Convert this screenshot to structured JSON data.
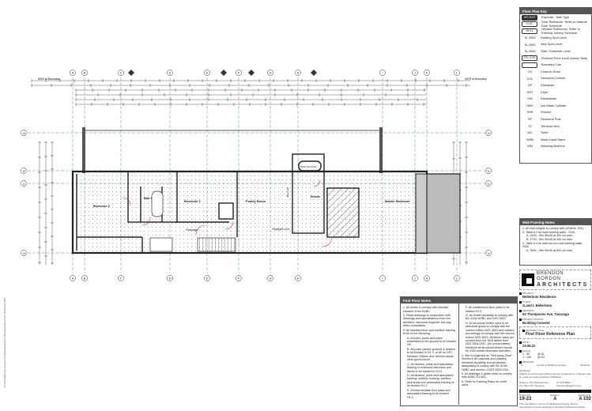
{
  "side_text": "C:\\Users\\Brendon Gordon Architects\\Bellerbom Residence\\First Floor Reference Plan",
  "plan": {
    "grid_top": [
      "A",
      "B",
      "C",
      "D",
      "E",
      "F",
      "G",
      "H",
      "I",
      "J",
      "K",
      "L"
    ],
    "grid_left": [
      "1a",
      "1b",
      "1c",
      "1d"
    ],
    "dim_left": "5000 to Boundary",
    "dim_right": "4975 to Boundary",
    "rooms": {
      "bedroom2": "Bedroom 2",
      "bath1": "Bath 1",
      "bedroom1": "Bedroom 1",
      "family": "Family Room",
      "ensuite": "Ensuite",
      "master": "Master Bedroom",
      "passage": "Passage",
      "skylight": "Skylight over",
      "bath_label": "BATH ON PLAN",
      "robe": "Wardrobe"
    },
    "colors": {
      "accent": "#d33",
      "grid": "#4a8fb0",
      "wall": "#222",
      "deck": "#bbb"
    }
  },
  "key": {
    "title": "Floor Plan Key",
    "items": [
      {
        "code": "WT-EXT",
        "style": "dark",
        "label": "Keycode - Wall Type"
      },
      {
        "code": "D.01",
        "style": "box",
        "label": "Door Reference. Refer to Internal Door Schedule"
      },
      {
        "code": "W.01",
        "style": "box",
        "label": "Window Reference. Refer to External Joinery Schedule"
      },
      {
        "code": "SL 0000",
        "style": "",
        "label": "Existing Spot Level"
      },
      {
        "code": "SL 0000",
        "style": "",
        "label": "New Spot Level"
      },
      {
        "code": "SL 0000",
        "style": "",
        "label": "Slab / Substrate Level"
      },
      {
        "code": "FFL 0.00",
        "style": "box",
        "label": "Finished Floor Level (above Slab)"
      },
      {
        "code": "",
        "style": "box",
        "label": "Boundary Line"
      },
      {
        "code": "CD",
        "style": "",
        "label": "Channel Drain"
      },
      {
        "code": "COL",
        "style": "",
        "label": "Structural Column"
      },
      {
        "code": "DP",
        "style": "",
        "label": "Downpipe"
      },
      {
        "code": "DRY",
        "style": "",
        "label": "Dryer"
      },
      {
        "code": "DW",
        "style": "",
        "label": "Dishwasher"
      },
      {
        "code": "HWC",
        "style": "",
        "label": "Hot Water Cylinder"
      },
      {
        "code": "SHR",
        "style": "",
        "label": "Shower"
      },
      {
        "code": "SP",
        "style": "",
        "label": "Structural Post"
      },
      {
        "code": "TV",
        "style": "",
        "label": "Terminal Vent"
      },
      {
        "code": "WC",
        "style": "",
        "label": "Toilet"
      },
      {
        "code": "WHB",
        "style": "",
        "label": "Wash Hand Basin"
      },
      {
        "code": "WM",
        "style": "",
        "label": "Washing Machine"
      }
    ]
  },
  "wall_framing": {
    "title": "Wall Framing Notes",
    "lines": [
      "1. All stud heights to comply with NZ3604: 2011.",
      "2. Table 8.2 for load bearing walls - SG8:",
      "A. 2400 - 90x 90x45 at 400 c/s max.",
      "B. 2700 - 90x 90x45 at 400 c/s max.",
      "3. Table 8.4 for internal non load bearing walls - SG8:",
      "A. 3600 - 90x 90x45 at 600 c/s max."
    ]
  },
  "floor_notes": {
    "title": "First Floor Notes",
    "left": [
      {
        "t": "1. All works to comply with relevant clauses of the NZBC.",
        "sub": false
      },
      {
        "t": "2. Read drawings in conjunction with drawings and specifications from the architect, structural engineer and any other consultants.",
        "sub": false
      },
      {
        "t": "3. All standard floor and subfloor framing to be of the following:",
        "sub": false
      },
      {
        "t": "A. All piles, posts and poles embedded in the ground to be treated H5.",
        "sub": true
      },
      {
        "t": "B. All posts (above ground) & bearers to be treated to H1.2, to be on DPC between 100mm and 300mm above clear ground level.",
        "sub": true
      },
      {
        "t": "C. All bearers, joists and associated framing to enclosed balconies and decks to be treated to H1.2.",
        "sub": true
      },
      {
        "t": "D. All bearers, joists and associated framing, subfloor bracing, subfloor jack studs and associated framing to be treated H1.2.",
        "sub": true
      },
      {
        "t": "E. All intermediate floor joists and associated framing to be treated H1.2.",
        "sub": true
      }
    ],
    "right": [
      {
        "t": "F. All cantilevered floor joists to be treated H1.2.",
        "sub": true
      },
      {
        "t": "G. All timber durability to comply with B2 of the NZBC and NZS 3602.",
        "sub": true
      },
      {
        "t": "H. All structural timber used to be structural grade to comply with the current edition NZS 3603 and marked accordingly to comply with the current edition NZS 3622. All timber sizes are worked from the SG8 tables from NZS 3604:2011. (for yellow tables) therefore all structural timber should be SG8 unless otherwise specified.",
        "sub": true
      },
      {
        "t": "4. Site is regarded as \"Sea spray Zone\" therefore all materials and building elements durability should perform adequately to comply with B2 of the NZBC and section 4 NZS 3604:2011.",
        "sub": false
      },
      {
        "t": "5. All drainage & gutter sizes to comply with NZBC E1 AS1.",
        "sub": false
      },
      {
        "t": "6. Refer to Framing Plans for Lintel sizes.",
        "sub": false
      }
    ]
  },
  "title_block": {
    "firm_line1": "BRENDON GORDON",
    "firm_line2": "ARCHITECTS",
    "project_label": "PROJECT",
    "project": "Bellerbom Residence",
    "client_label": "CLIENT",
    "client": "G.and L Bellerbom",
    "address_label": "ADDRESS",
    "address": "54 Thompsons Ave, Tauranga",
    "status_label": "PROJECT STATUS",
    "status": "Building Consent",
    "drawing_title_label": "DRAWING TITLE",
    "drawing_title": "First Floor Reference Plan",
    "date_label": "DATE",
    "date": "23.06.22",
    "scale_label": "SCALE",
    "scale1": "1 : 50",
    "scale1_size": "@ A1",
    "scale2": "1 : 100",
    "scale2_size": "@ A3",
    "revision_label": "REVISION",
    "revision_row": {
      "rev": "A",
      "desc": "Issued for Building Consent",
      "date": "23.06.22"
    },
    "disclaimer_label": "Disclaimer",
    "disclaimer": "Subject to council and building consent requirements. Changes may be made as required without notification.",
    "contact_left": "Studio 4, 124 Third Avenue / P.O. Box 145, Tauranga",
    "contact_right": "07 578 8800 / brendon@bgarch.co.nz",
    "project_no_label": "Project No.",
    "revision_col_label": "Revision",
    "drawing_no_label": "Drawing No.",
    "project_no": "19-23",
    "revision": "A",
    "drawing_no": "A 102",
    "copyright": "This copyright is in terms of intellectual property, and no reproduction of these drawings is permitted without permission."
  }
}
